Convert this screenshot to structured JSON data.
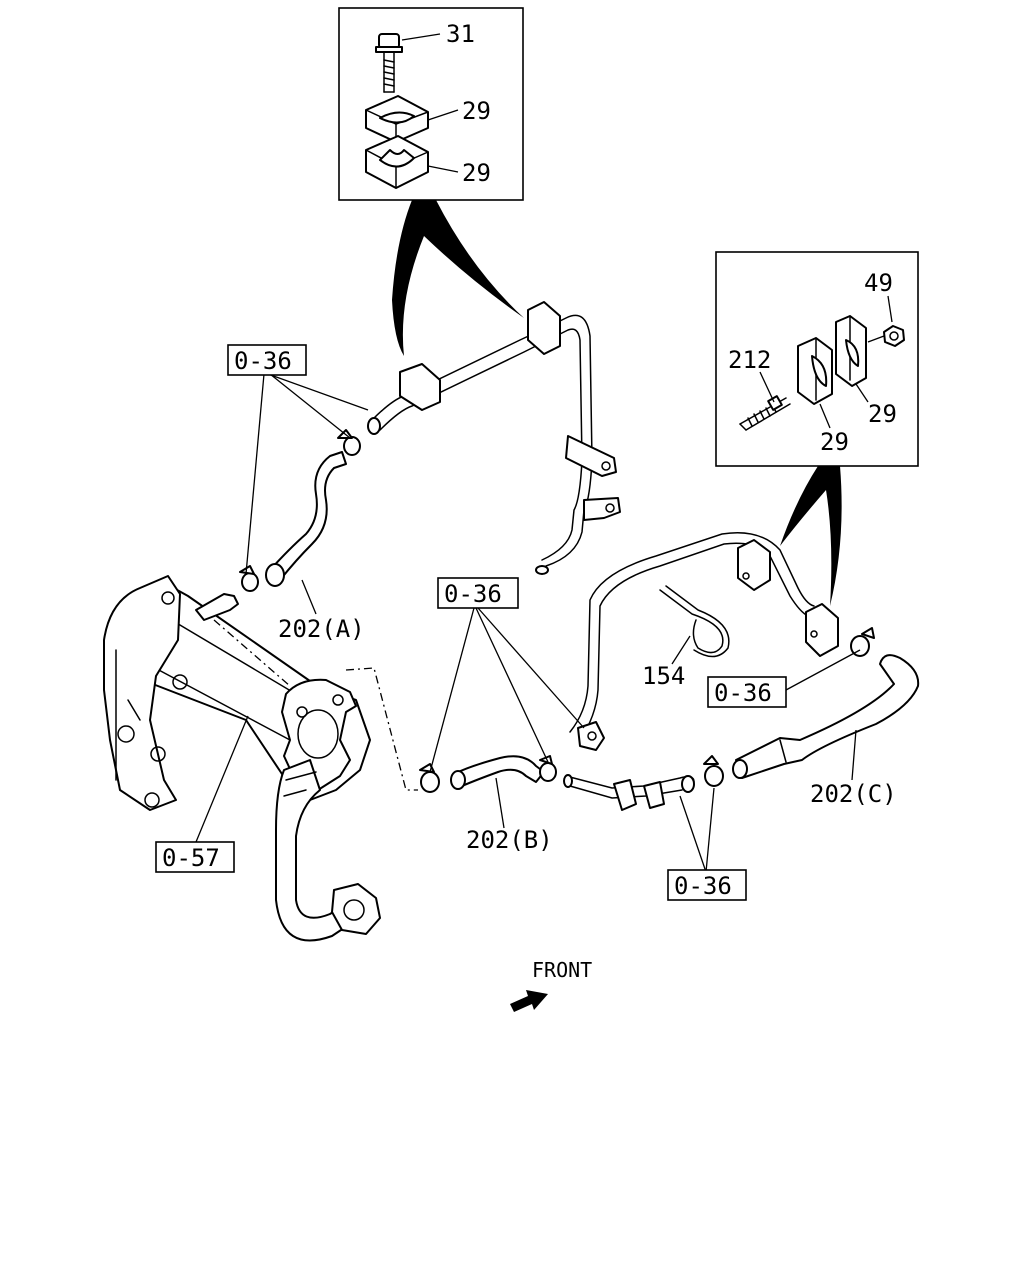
{
  "labels": {
    "p31": "31",
    "p29a": "29",
    "p29b": "29",
    "p49": "49",
    "p212": "212",
    "p29c": "29",
    "p29d": "29",
    "p154": "154",
    "p202a": "202(A)",
    "p202b": "202(B)",
    "p202c": "202(C)",
    "ref036a": "0-36",
    "ref036b": "0-36",
    "ref036c": "0-36",
    "ref036d": "0-36",
    "ref057": "0-57",
    "front": "FRONT"
  }
}
